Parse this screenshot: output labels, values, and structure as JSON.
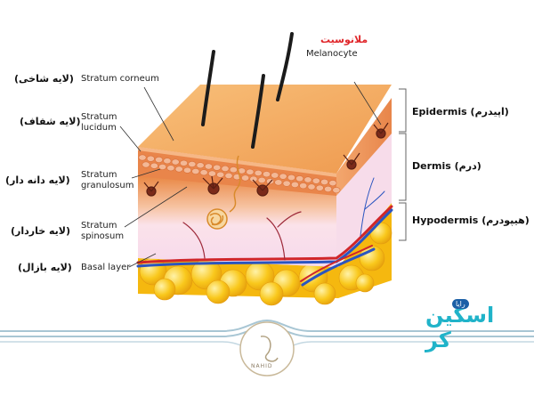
{
  "layers_left": [
    {
      "fa": "(لایه شاخی)",
      "en": "Stratum corneum"
    },
    {
      "fa": "(لایه شفاف)",
      "en": "Stratum\nlucidum"
    },
    {
      "fa": "(لایه دانه دار)",
      "en": "Stratum\ngranulosum"
    },
    {
      "fa": "(لایه خاردار)",
      "en": "Stratum\nspinosum"
    },
    {
      "fa": "(لایه بازال)",
      "en": "Basal layer"
    }
  ],
  "melanocyte": {
    "fa": "ملانوسیت",
    "en": "Melanocyte"
  },
  "right_layers": [
    {
      "en": "Epidermis",
      "fa": "(اپیدرم)"
    },
    {
      "en": "Dermis",
      "fa": "(درم)"
    },
    {
      "en": "Hypodermis",
      "fa": "(هیپودرم)"
    }
  ],
  "logo": {
    "text": "اسکین کر",
    "badge": "رایا"
  },
  "footer_brand": "NAHID",
  "colors": {
    "melanocyte_label": "#e0262a",
    "logo": "#20b3c9",
    "fat": "#f7c21a",
    "epidermis_top": "#f2a55d"
  }
}
